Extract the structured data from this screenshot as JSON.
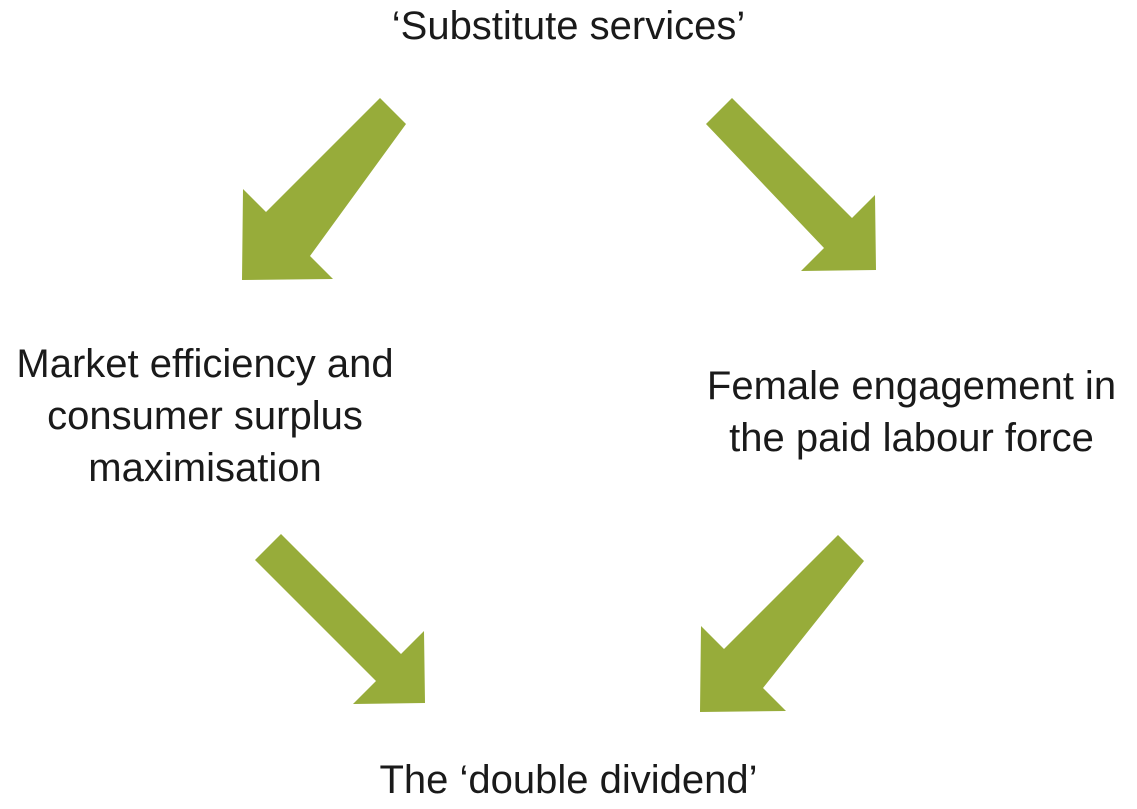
{
  "nodes": {
    "top": {
      "lines": [
        "‘Substitute services’"
      ]
    },
    "left": {
      "lines": [
        "Market efficiency and",
        "consumer surplus",
        "maximisation"
      ]
    },
    "right": {
      "lines": [
        "Female engagement in",
        "the paid labour force"
      ]
    },
    "bottom": {
      "lines": [
        "The ‘double dividend’"
      ]
    }
  },
  "edges": [
    {
      "from": "top",
      "to": "left"
    },
    {
      "from": "top",
      "to": "right"
    },
    {
      "from": "left",
      "to": "bottom"
    },
    {
      "from": "right",
      "to": "bottom"
    }
  ],
  "colors": {
    "arrow": "#97AC3A",
    "text": "#1a1a1a",
    "background": "#ffffff"
  }
}
